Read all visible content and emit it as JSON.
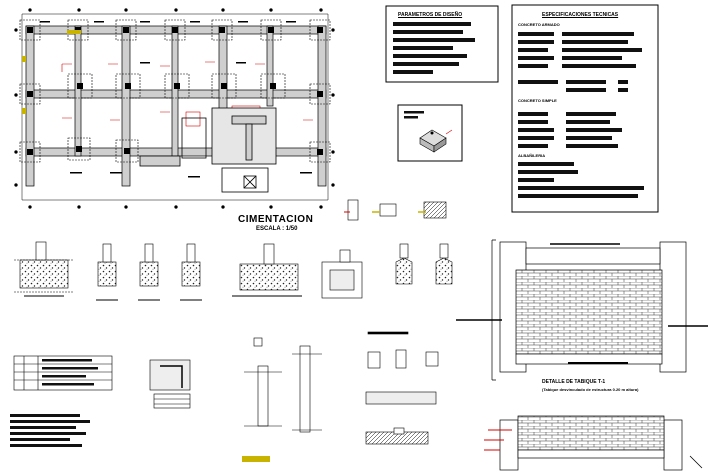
{
  "plan": {
    "title": "CIMENTACION",
    "scale": "ESCALA : 1/50"
  },
  "design_parameters": {
    "title": "PARAMETROS DE DISEÑO"
  },
  "specifications": {
    "title": "ESPECIFICACIONES TECNICAS",
    "reinforced_concrete": "CONCRETO ARMADO",
    "plain_concrete": "CONCRETO SIMPLE",
    "masonry": "ALBAÑILERIA"
  },
  "wall_detail": {
    "title": "DETALLE DE TABIQUE T-1",
    "subtitle": "(Tabique desvinculado de estructura 0.20 m altura)"
  },
  "colors": {
    "line": "#000000",
    "axis_red": "#d40000",
    "accent_yellow": "#c8b400",
    "gray": "#8a8a8a"
  }
}
